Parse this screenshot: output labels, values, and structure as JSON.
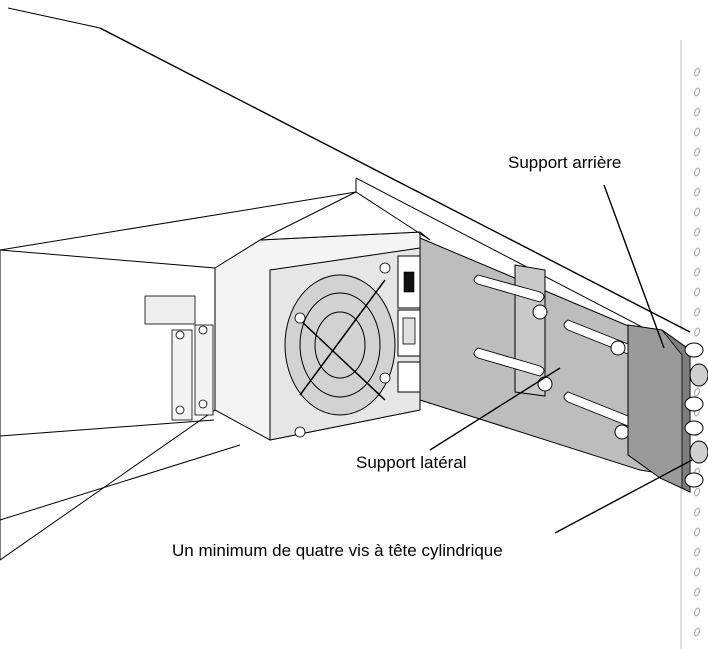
{
  "callouts": {
    "rear_bracket": "Support arrière",
    "side_bracket": "Support latéral",
    "screws": "Un minimum de quatre vis à tête cylindrique"
  },
  "colors": {
    "line": "#000000",
    "bracket_fill": "#b9b9b9",
    "bracket_dark": "#8c8c8c",
    "chassis_fill": "#ffffff",
    "fan_fill": "#d7d7d7"
  }
}
